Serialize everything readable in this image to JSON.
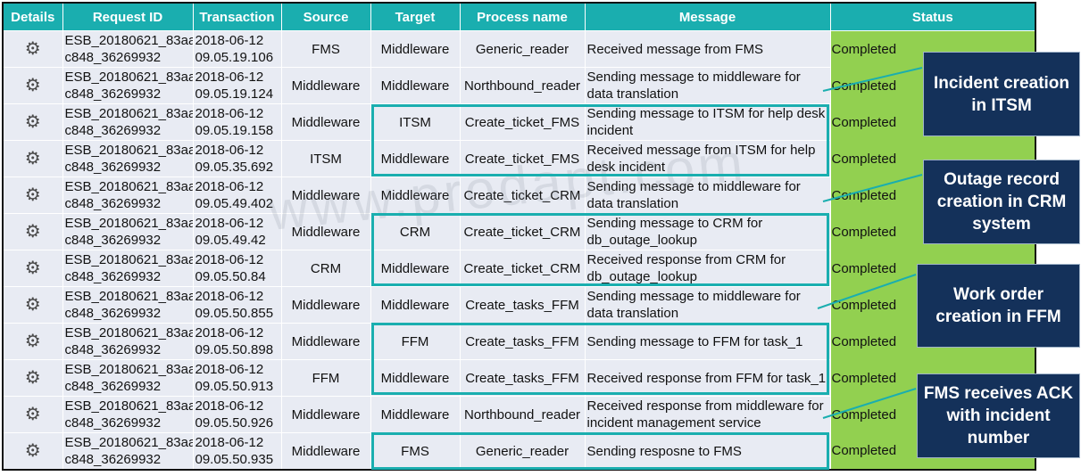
{
  "columns": [
    "Details",
    "Request ID",
    "Transaction",
    "Source",
    "Target",
    "Process name",
    "Message",
    "Status"
  ],
  "rows": [
    {
      "request_id_1": "ESB_20180621_83aa",
      "request_id_2": "c848_36269932",
      "date": "2018-06-12",
      "time": "09.05.19.106",
      "source": "FMS",
      "target": "Middleware",
      "process": "Generic_reader",
      "message": "Received message from FMS",
      "status": "Completed"
    },
    {
      "request_id_1": "ESB_20180621_83aa",
      "request_id_2": "c848_36269932",
      "date": "2018-06-12",
      "time": "09.05.19.124",
      "source": "Middleware",
      "target": "Middleware",
      "process": "Northbound_reader",
      "message": "Sending message to middleware for data translation",
      "status": "Completed"
    },
    {
      "request_id_1": "ESB_20180621_83aa",
      "request_id_2": "c848_36269932",
      "date": "2018-06-12",
      "time": "09.05.19.158",
      "source": "Middleware",
      "target": "ITSM",
      "process": "Create_ticket_FMS",
      "message": "Sending message to ITSM for help desk incident",
      "status": "Completed"
    },
    {
      "request_id_1": "ESB_20180621_83aa",
      "request_id_2": "c848_36269932",
      "date": "2018-06-12",
      "time": "09.05.35.692",
      "source": "ITSM",
      "target": "Middleware",
      "process": "Create_ticket_FMS",
      "message": "Received message from ITSM for help desk incident",
      "status": "Completed"
    },
    {
      "request_id_1": "ESB_20180621_83aa",
      "request_id_2": "c848_36269932",
      "date": "2018-06-12",
      "time": "09.05.49.402",
      "source": "Middleware",
      "target": "Middleware",
      "process": "Create_ticket_CRM",
      "message": "Sending message to middleware for data translation",
      "status": "Completed"
    },
    {
      "request_id_1": "ESB_20180621_83aa",
      "request_id_2": "c848_36269932",
      "date": "2018-06-12",
      "time": "09.05.49.42",
      "source": "Middleware",
      "target": "CRM",
      "process": "Create_ticket_CRM",
      "message": "Sending message to CRM for db_outage_lookup",
      "status": "Completed"
    },
    {
      "request_id_1": "ESB_20180621_83aa",
      "request_id_2": "c848_36269932",
      "date": "2018-06-12",
      "time": "09.05.50.84",
      "source": "CRM",
      "target": "Middleware",
      "process": "Create_ticket_CRM",
      "message": "Received response from CRM for db_outage_lookup",
      "status": "Completed"
    },
    {
      "request_id_1": "ESB_20180621_83aa",
      "request_id_2": "c848_36269932",
      "date": "2018-06-12",
      "time": "09.05.50.855",
      "source": "Middleware",
      "target": "Middleware",
      "process": "Create_tasks_FFM",
      "message": "Sending message to middleware for data translation",
      "status": "Completed"
    },
    {
      "request_id_1": "ESB_20180621_83aa",
      "request_id_2": "c848_36269932",
      "date": "2018-06-12",
      "time": "09.05.50.898",
      "source": "Middleware",
      "target": "FFM",
      "process": "Create_tasks_FFM",
      "message": "Sending message to FFM for task_1",
      "status": "Completed"
    },
    {
      "request_id_1": "ESB_20180621_83aa",
      "request_id_2": "c848_36269932",
      "date": "2018-06-12",
      "time": "09.05.50.913",
      "source": "FFM",
      "target": "Middleware",
      "process": "Create_tasks_FFM",
      "message": "Received response from FFM for task_1",
      "status": "Completed"
    },
    {
      "request_id_1": "ESB_20180621_83aa",
      "request_id_2": "c848_36269932",
      "date": "2018-06-12",
      "time": "09.05.50.926",
      "source": "Middleware",
      "target": "Middleware",
      "process": "Northbound_reader",
      "message": "Received response from middleware for incident management service",
      "status": "Completed"
    },
    {
      "request_id_1": "ESB_20180621_83aa",
      "request_id_2": "c848_36269932",
      "date": "2018-06-12",
      "time": "09.05.50.935",
      "source": "Middleware",
      "target": "FMS",
      "process": "Generic_reader",
      "message": "Sending resposne to FMS",
      "status": "Completed"
    }
  ],
  "details_icon": "gear-icon",
  "callouts": [
    {
      "text": "Incident creation in ITSM"
    },
    {
      "text": "Outage record creation in CRM system"
    },
    {
      "text": "Work order creation in FFM"
    },
    {
      "text": "FMS receives ACK with incident number"
    }
  ],
  "watermark": "www.prodapt.com",
  "colors": {
    "header": "#1aaeaf",
    "row": "#e8ebf3",
    "status": "#92d050",
    "callout": "#14315a",
    "highlight": "#1aaeaf"
  }
}
